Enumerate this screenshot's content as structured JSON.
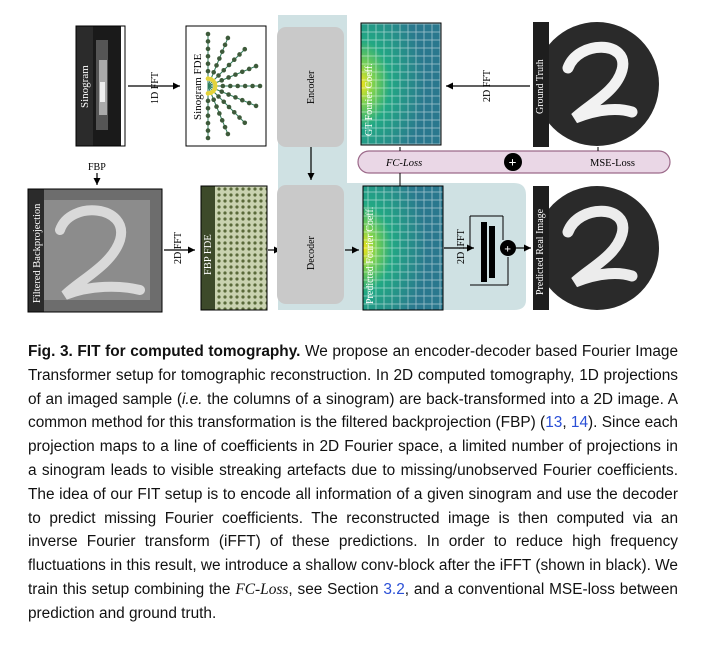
{
  "figure": {
    "labels": {
      "sinogram": "Sinogram",
      "fft_1d": "1D FFT",
      "sinogram_fde": "Sinogram FDE",
      "encoder": "Encoder",
      "gt_fourier": "GT Fourier Coeff.",
      "fft_2d_top": "2D FFT",
      "ground_truth": "Ground Truth",
      "fbp": "FBP",
      "filtered_backprojection": "Filtered Backprojection",
      "fft_2d_bottom": "2D FFT",
      "fbp_fde": "FBP FDE",
      "decoder": "Decoder",
      "predicted_fourier": "Predicted Fourier Coeff.",
      "ifft_2d": "2D iFFT",
      "predicted_real": "Predicted Real Image",
      "fc_loss": "FC-Loss",
      "mse_loss": "MSE-Loss",
      "plus": "+"
    },
    "colors": {
      "encoder_bg": "#cfe1e3",
      "block": "#c9c9c9",
      "loss_bar": "#ead7e6",
      "loss_border": "#9c6a8a"
    }
  },
  "caption": {
    "fig_label": "Fig. 3.",
    "fig_title": "FIT for computed tomography.",
    "s1": "We propose an encoder-decoder based Fourier Image Transformer setup for tomographic reconstruction. In 2D computed tomography, 1D projections of an imaged sample (",
    "ie": "i.e.",
    "s2": " the columns of a sinogram) are back-transformed into a 2D image. A common method for this transformation is the filtered backprojection (FBP) (",
    "ref1": "13",
    "sep": ", ",
    "ref2": "14",
    "s3": "). Since each projection maps to a line of coefficients in 2D Fourier space, a limited number of projections in a sinogram leads to visible streaking artefacts due to missing/unobserved Fourier coefficients. The idea of our FIT setup is to encode all information of a given sinogram and use the decoder to predict missing Fourier coefficients. The reconstructed image is then computed via an inverse Fourier transform (iFFT) of these predictions. In order to reduce high frequency fluctuations in this result, we introduce a shallow conv-block after the iFFT (shown in black). We train this setup combining the ",
    "fc_loss": "FC-Loss",
    "s4": ", see Section ",
    "section_ref": "3.2",
    "s5": ", and a conventional MSE-loss between prediction and ground truth."
  }
}
